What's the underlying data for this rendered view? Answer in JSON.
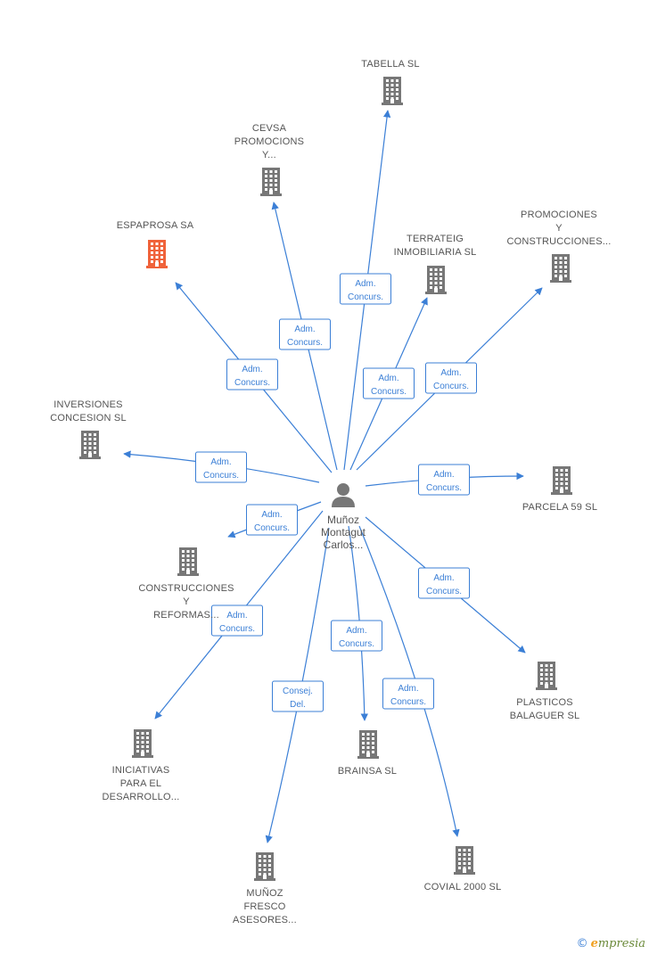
{
  "center": {
    "lines": [
      "Muñoz",
      "Montagut",
      "Carlos..."
    ],
    "icon": "person-icon"
  },
  "colors": {
    "edge": "#3b7fd6",
    "building": "#777777",
    "highlight": "#f0623a",
    "text": "#555555"
  },
  "nodes": [
    {
      "id": "tabella",
      "lines": [
        "TABELLA SL"
      ],
      "icon": "building-icon",
      "highlight": false
    },
    {
      "id": "cevsa",
      "lines": [
        "CEVSA",
        "PROMOCIONS",
        "Y..."
      ],
      "icon": "building-icon",
      "highlight": false
    },
    {
      "id": "espaprosa",
      "lines": [
        "ESPAPROSA SA"
      ],
      "icon": "building-icon",
      "highlight": true
    },
    {
      "id": "terrateig",
      "lines": [
        "TERRATEIG",
        "INMOBILIARIA SL"
      ],
      "icon": "building-icon",
      "highlight": false
    },
    {
      "id": "promociones",
      "lines": [
        "PROMOCIONES",
        "Y",
        "CONSTRUCCIONES..."
      ],
      "icon": "building-icon",
      "highlight": false
    },
    {
      "id": "inversiones",
      "lines": [
        "INVERSIONES",
        "CONCESION SL"
      ],
      "icon": "building-icon",
      "highlight": false
    },
    {
      "id": "parcela",
      "lines": [
        "PARCELA 59 SL"
      ],
      "icon": "building-icon",
      "highlight": false
    },
    {
      "id": "construcciones",
      "lines": [
        "CONSTRUCCIONES",
        "Y",
        "REFORMAS..."
      ],
      "icon": "building-icon",
      "highlight": false
    },
    {
      "id": "plasticos",
      "lines": [
        "PLASTICOS",
        "BALAGUER SL"
      ],
      "icon": "building-icon",
      "highlight": false
    },
    {
      "id": "iniciativas",
      "lines": [
        "INICIATIVAS",
        "PARA EL",
        "DESARROLLO..."
      ],
      "icon": "building-icon",
      "highlight": false
    },
    {
      "id": "brainsa",
      "lines": [
        "BRAINSA SL"
      ],
      "icon": "building-icon",
      "highlight": false
    },
    {
      "id": "covial",
      "lines": [
        "COVIAL 2000 SL"
      ],
      "icon": "building-icon",
      "highlight": false
    },
    {
      "id": "munoz_fresco",
      "lines": [
        "MUÑOZ",
        "FRESCO",
        "ASESORES..."
      ],
      "icon": "building-icon",
      "highlight": false
    }
  ],
  "edges": [
    {
      "to": "tabella",
      "lines": [
        "Adm.",
        "Concurs."
      ]
    },
    {
      "to": "cevsa",
      "lines": [
        "Adm.",
        "Concurs."
      ]
    },
    {
      "to": "espaprosa",
      "lines": [
        "Adm.",
        "Concurs."
      ]
    },
    {
      "to": "terrateig",
      "lines": [
        "Adm.",
        "Concurs."
      ]
    },
    {
      "to": "promociones",
      "lines": [
        "Adm.",
        "Concurs."
      ]
    },
    {
      "to": "inversiones",
      "lines": [
        "Adm.",
        "Concurs."
      ]
    },
    {
      "to": "parcela",
      "lines": [
        "Adm.",
        "Concurs."
      ]
    },
    {
      "to": "construcciones",
      "lines": [
        "Adm.",
        "Concurs."
      ]
    },
    {
      "to": "plasticos",
      "lines": [
        "Adm.",
        "Concurs."
      ]
    },
    {
      "to": "iniciativas",
      "lines": [
        "Adm.",
        "Concurs."
      ]
    },
    {
      "to": "brainsa",
      "lines": [
        "Adm.",
        "Concurs."
      ]
    },
    {
      "to": "covial",
      "lines": [
        "Adm.",
        "Concurs."
      ]
    },
    {
      "to": "munoz_fresco",
      "lines": [
        "Consej.",
        "Del."
      ]
    }
  ],
  "brand": {
    "copyright": "©",
    "initial": "e",
    "rest": "mpresia"
  }
}
